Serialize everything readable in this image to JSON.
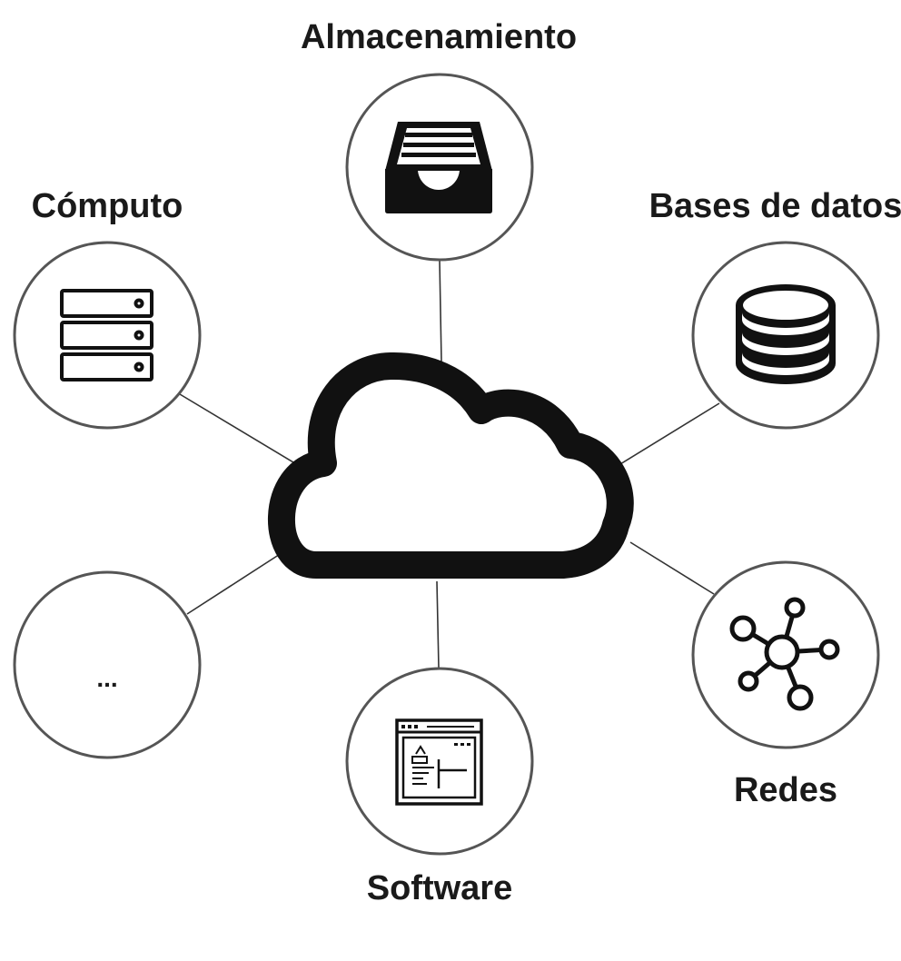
{
  "diagram": {
    "center": {
      "icon": "cloud-icon"
    },
    "nodes": [
      {
        "id": "almacenamiento",
        "label": "Almacenamiento",
        "icon": "inbox-tray-icon"
      },
      {
        "id": "computo",
        "label": "Cómputo",
        "icon": "server-stack-icon"
      },
      {
        "id": "bases-de-datos",
        "label": "Bases de datos",
        "icon": "database-icon"
      },
      {
        "id": "redes",
        "label": "Redes",
        "icon": "network-hub-icon"
      },
      {
        "id": "software",
        "label": "Software",
        "icon": "browser-window-icon"
      },
      {
        "id": "otros",
        "label": "...",
        "icon": ""
      }
    ]
  },
  "colors": {
    "background": "#ffffff",
    "stroke": "#1a1a1a",
    "ring": "#555555",
    "connector": "#333333"
  }
}
